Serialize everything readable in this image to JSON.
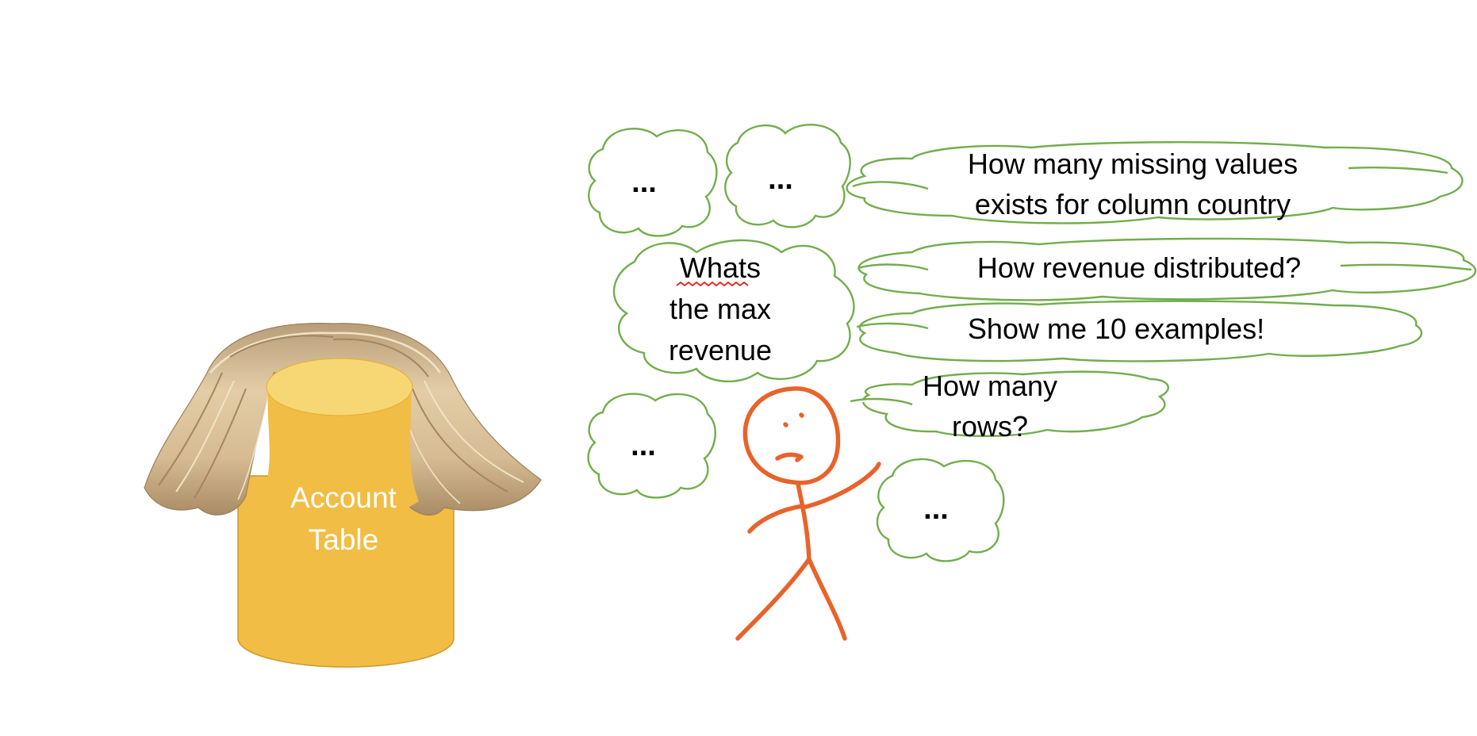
{
  "database": {
    "label_line1": "Account",
    "label_line2": "Table",
    "body_color": "#f2bd44",
    "top_color": "#f7d774",
    "hair_color": "#d9bf95"
  },
  "figure": {
    "color": "#e8632a",
    "expression": "confused"
  },
  "bubble_color": "#72ad4c",
  "bubbles": {
    "dots_a": "...",
    "dots_b": "...",
    "dots_c": "...",
    "dots_d": "...",
    "missing_line1": "How many missing values",
    "missing_line2": "exists for column country",
    "max_line1": "Whats",
    "max_line2": "the max",
    "max_line3": "revenue",
    "distribution": "How revenue distributed?",
    "examples": "Show me 10 examples!",
    "rows_line1": "How many",
    "rows_line2": "rows?"
  }
}
